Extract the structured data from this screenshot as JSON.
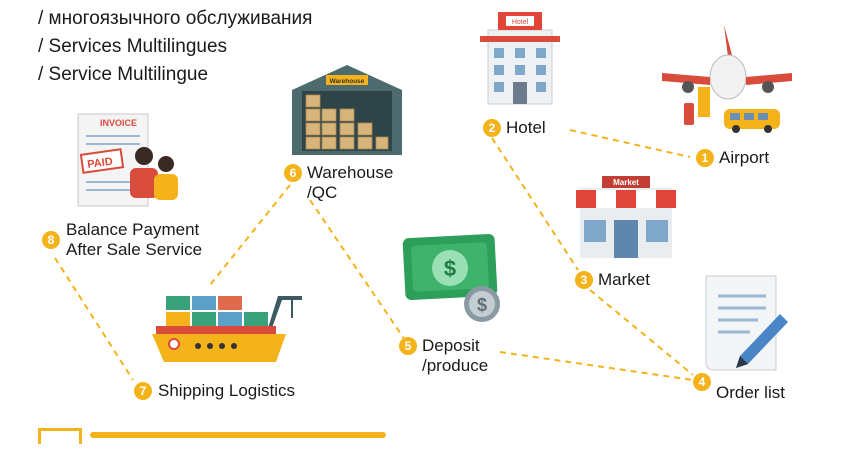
{
  "header": {
    "lines": [
      "/ многоязычного обслуживания",
      "/ Services Multilingues",
      "/ Service Multilingue"
    ]
  },
  "nodes": {
    "airport": {
      "number": "1",
      "label": "Airport"
    },
    "hotel": {
      "number": "2",
      "label": "Hotel"
    },
    "market": {
      "number": "3",
      "label": "Market"
    },
    "order_list": {
      "number": "4",
      "label": "Order list"
    },
    "deposit": {
      "number": "5",
      "label_line1": "Deposit",
      "label_line2": "/produce"
    },
    "warehouse": {
      "number": "6",
      "label_line1": "Warehouse",
      "label_line2": "/QC"
    },
    "shipping": {
      "number": "7",
      "label": "Shipping Logistics"
    },
    "balance": {
      "number": "8",
      "label_line1": "Balance Payment",
      "label_line2": "After Sale Service"
    }
  },
  "illustrations": {
    "hotel_sign": "Hotel",
    "warehouse_sign": "Warehouse",
    "market_sign": "Market",
    "invoice_title": "INVOICE",
    "paid_stamp": "PAID"
  },
  "colors": {
    "accent": "#f5b31b",
    "connector": "#f5b31b",
    "text": "#1a1a1a"
  }
}
